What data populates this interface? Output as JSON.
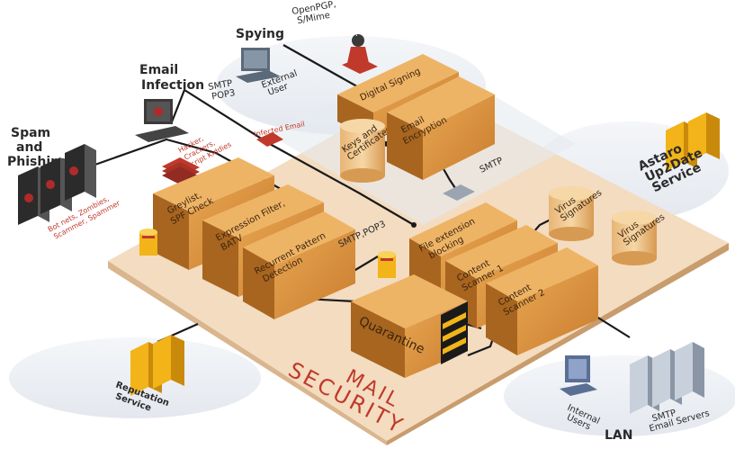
{
  "title": {
    "line1": "MAIL",
    "line2": "SECURITY"
  },
  "threats": {
    "spam": {
      "heading": [
        "Spam",
        "and",
        "Phishing"
      ],
      "sublabel": [
        "Bot nets, Zombies,",
        "Scammer, Spammer"
      ]
    },
    "infection": {
      "heading": [
        "Email",
        "Infection"
      ],
      "sublabel": [
        "Hacker,",
        "Crackers,",
        "Script Kiddies"
      ]
    },
    "spying": {
      "heading": [
        "Spying"
      ],
      "protocol": [
        "OpenPGP,",
        "S/Mime"
      ],
      "user": [
        "External",
        "User"
      ]
    }
  },
  "protocols": {
    "smtp_pop3_top": [
      "SMTP",
      "POP3"
    ],
    "infected_email": "Infected Email",
    "smtp_mid": "SMTP",
    "smtp_pop3_mid": "SMTP,POP3"
  },
  "modules": {
    "digital_signing": "Digital Signing",
    "key_certs": [
      "Keys and",
      "Certificates"
    ],
    "email_encryption": [
      "Email",
      "Encryption"
    ],
    "greylist": [
      "Greylist,",
      "SPF Check"
    ],
    "expression_filter": [
      "Expression Filter,",
      "BATV"
    ],
    "recurrent_pattern": [
      "Recurrent Pattern",
      "Detection"
    ],
    "file_extension": [
      "File extension",
      "blocking"
    ],
    "content_scanner_1": [
      "Content",
      "Scanner 1"
    ],
    "content_scanner_2": [
      "Content",
      "Scanner 2"
    ],
    "quarantine": "Quarantine",
    "virus_sig_1": [
      "Virus",
      "Signatures"
    ],
    "virus_sig_2": [
      "Virus",
      "Signatures"
    ]
  },
  "external": {
    "astaro": [
      "Astaro",
      "Up2Date",
      "Service"
    ],
    "reputation": [
      "Reputation",
      "Service"
    ],
    "lan": "LAN",
    "internal_users": [
      "Internal",
      "Users"
    ],
    "smtp_servers": [
      "SMTP",
      "Email Servers"
    ]
  },
  "colors": {
    "platform": "#f3dcc0",
    "box_front": "#d89040",
    "box_top": "#eeb466",
    "box_side": "#a8651f",
    "accent_red": "#c0392b",
    "server_yellow": "#f2b418"
  }
}
